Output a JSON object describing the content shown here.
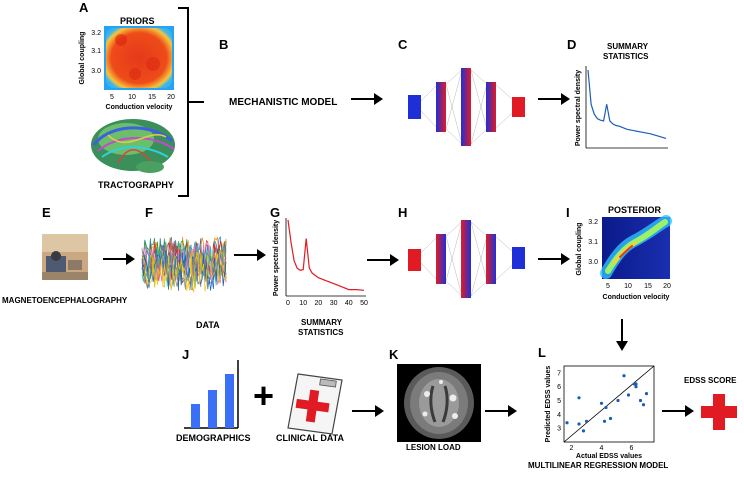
{
  "panels": {
    "a": {
      "letter": "A",
      "title": "PRIORS",
      "xlabel": "Conduction velocity",
      "ylabel": "Global coupling",
      "xticks": [
        "5",
        "10",
        "15",
        "20"
      ],
      "yticks": [
        "3.2",
        "3.1",
        "3.0"
      ],
      "bottom_label": "TRACTOGRAPHY"
    },
    "b": {
      "letter": "B",
      "label": "MECHANISTIC MODEL"
    },
    "c": {
      "letter": "C"
    },
    "d": {
      "letter": "D",
      "title_line1": "SUMMARY",
      "title_line2": "STATISTICS",
      "ylabel": "Power spectral density"
    },
    "e": {
      "letter": "E",
      "label": "MAGNETOENCEPHALOGRAPHY"
    },
    "f": {
      "letter": "F",
      "label": "DATA"
    },
    "g": {
      "letter": "G",
      "ylabel": "Power spectral density",
      "xticks": [
        "0",
        "10",
        "20",
        "30",
        "40",
        "50"
      ],
      "label_line1": "SUMMARY",
      "label_line2": "STATISTICS"
    },
    "h": {
      "letter": "H"
    },
    "i": {
      "letter": "I",
      "title": "POSTERIOR",
      "xlabel": "Conduction velocity",
      "ylabel": "Global coupling",
      "xticks": [
        "5",
        "10",
        "15",
        "20"
      ],
      "yticks": [
        "3.2",
        "3.1",
        "3.0"
      ]
    },
    "j": {
      "letter": "J",
      "label_demographics": "DEMOGRAPHICS",
      "label_clinical": "CLINICAL DATA",
      "plus": "+"
    },
    "k": {
      "letter": "K",
      "label": "LESION LOAD"
    },
    "l": {
      "letter": "L",
      "xlabel": "Actual EDSS values",
      "ylabel": "Predicted EDSS values",
      "xticks": [
        "2",
        "4",
        "6"
      ],
      "yticks": [
        "7",
        "6",
        "5",
        "4",
        "3"
      ],
      "caption": "MULTILINEAR REGRESSION MODEL",
      "result": "EDSS SCORE"
    }
  },
  "colors": {
    "accent_blue": "#1a5fb4",
    "red": "#e01b24",
    "bar_blue": "#3b6ff5"
  },
  "chart_data": [
    {
      "type": "line",
      "xlabel": "",
      "ylabel": "Power spectral density",
      "note": "panel D",
      "x": [
        0,
        2,
        4,
        6,
        8,
        10,
        12,
        14,
        16,
        18,
        20,
        25,
        30,
        35,
        40,
        45,
        50
      ],
      "y": [
        1.0,
        0.55,
        0.42,
        0.36,
        0.34,
        0.33,
        0.55,
        0.33,
        0.29,
        0.27,
        0.26,
        0.22,
        0.2,
        0.18,
        0.16,
        0.13,
        0.1
      ]
    },
    {
      "type": "line",
      "xlabel": "",
      "ylabel": "Power spectral density",
      "note": "panel G",
      "x": [
        0,
        2,
        4,
        6,
        8,
        10,
        12,
        14,
        16,
        18,
        20,
        25,
        30,
        35,
        40,
        45,
        50
      ],
      "y": [
        1.0,
        0.7,
        0.45,
        0.35,
        0.32,
        0.33,
        0.75,
        0.35,
        0.28,
        0.25,
        0.22,
        0.18,
        0.14,
        0.1,
        0.06,
        0.06,
        0.05
      ]
    },
    {
      "type": "scatter",
      "xlabel": "Actual EDSS values",
      "ylabel": "Predicted EDSS values",
      "xlim": [
        1.5,
        7.5
      ],
      "ylim": [
        2,
        7.5
      ],
      "x": [
        1.7,
        2.5,
        2.5,
        2.8,
        3.0,
        4.0,
        4.2,
        4.3,
        4.6,
        5.1,
        5.5,
        5.8,
        6.2,
        6.3,
        6.3,
        6.6,
        6.8,
        7.0
      ],
      "y": [
        3.4,
        5.2,
        3.3,
        2.8,
        3.5,
        4.8,
        3.5,
        4.5,
        3.7,
        5.0,
        6.8,
        5.4,
        6.2,
        6.2,
        6.0,
        5.0,
        4.7,
        5.5
      ]
    }
  ]
}
